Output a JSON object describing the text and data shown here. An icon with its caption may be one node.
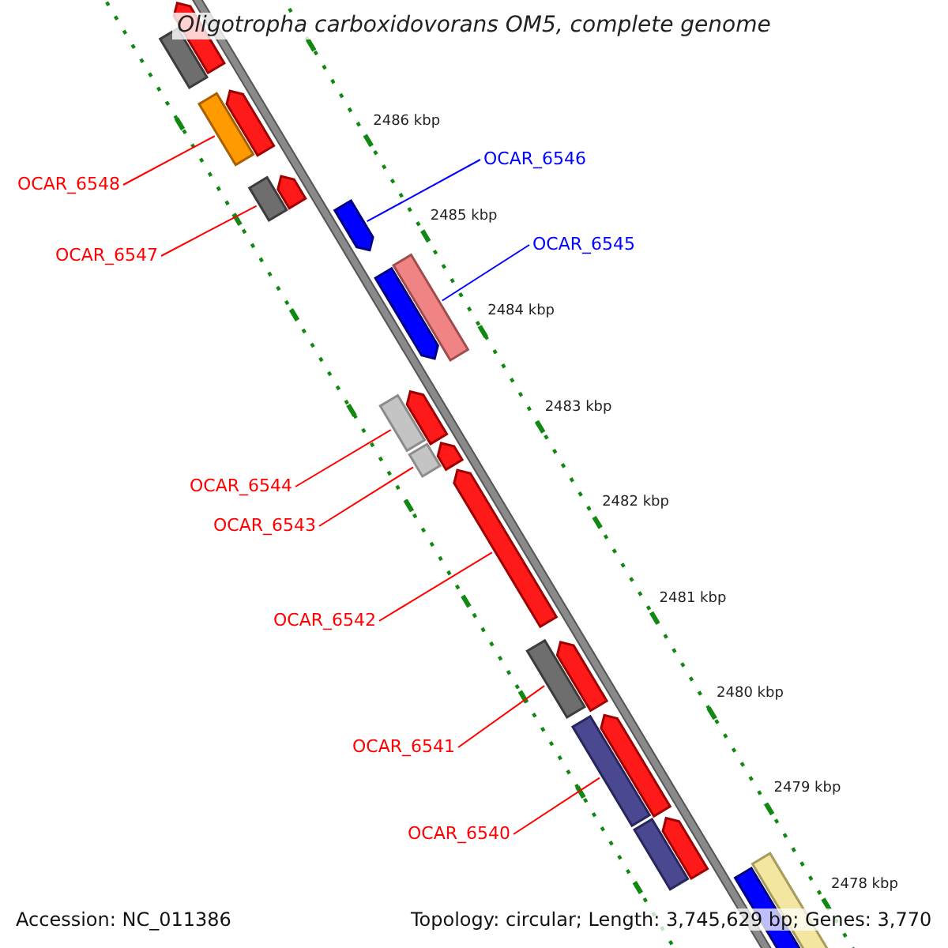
{
  "diagram": {
    "title": "Oligotropha carboxidovorans OM5, complete genome",
    "nodes": [
      {
        "text": [],
        "shape": "bar"
      },
      {
        "text": [],
        "shape": "arrow"
      },
      {
        "text": [],
        "shape": "bar"
      },
      {
        "text": [],
        "shape": "arrow"
      },
      {
        "text": [],
        "shape": "bar"
      },
      {
        "text": [],
        "shape": "arrow"
      },
      {
        "text": [],
        "shape": "arrow"
      },
      {
        "text": [],
        "shape": "arrow"
      },
      {
        "text": [],
        "shape": "bar"
      },
      {
        "text": [],
        "shape": "bar"
      },
      {
        "text": [],
        "shape": "arrow"
      },
      {
        "text": [],
        "shape": "bar"
      },
      {
        "text": [],
        "shape": "arrow"
      },
      {
        "text": [],
        "shape": "arrow"
      },
      {
        "text": [],
        "shape": "bar"
      },
      {
        "text": [],
        "shape": "arrow"
      },
      {
        "text": [],
        "shape": "bar"
      },
      {
        "text": [],
        "shape": "arrow"
      },
      {
        "text": [],
        "shape": "bar"
      },
      {
        "text": [],
        "shape": "arrow"
      },
      {
        "text": [],
        "shape": "arrow"
      },
      {
        "text": [],
        "shape": "bar"
      },
      {
        "text": [
          "OCAR_6548"
        ]
      },
      {
        "text": [
          "OCAR_6547"
        ]
      },
      {
        "text": [
          "OCAR_6546"
        ]
      },
      {
        "text": [
          "OCAR_6545"
        ]
      },
      {
        "text": [
          "OCAR_6544"
        ]
      },
      {
        "text": [
          "OCAR_6543"
        ]
      },
      {
        "text": [
          "OCAR_6542"
        ]
      },
      {
        "text": [
          "OCAR_6541"
        ]
      },
      {
        "text": [
          "OCAR_6540"
        ]
      }
    ],
    "edges": [
      {
        "from": 22,
        "to": 2,
        "arrow": "none"
      },
      {
        "from": 23,
        "to": 4,
        "arrow": "none"
      },
      {
        "from": 24,
        "to": 6,
        "arrow": "none",
        "color": "#0000ff"
      },
      {
        "from": 25,
        "to": 8,
        "arrow": "none",
        "color": "#0000ff"
      },
      {
        "from": 26,
        "to": 9,
        "arrow": "none"
      },
      {
        "from": 27,
        "to": 11,
        "arrow": "none"
      },
      {
        "from": 28,
        "to": 13,
        "arrow": "none"
      },
      {
        "from": 29,
        "to": 14,
        "arrow": "none"
      },
      {
        "from": 30,
        "to": 16,
        "arrow": "none"
      }
    ],
    "labels": [
      "2486 kbp",
      "2485 kbp",
      "2484 kbp",
      "2483 kbp",
      "2482 kbp",
      "2481 kbp",
      "2480 kbp",
      "2479 kbp",
      "2478 kbp",
      "Accession: NC_011386",
      "Topology: circular; Length: 3,745,629 bp; Genes: 3,770"
    ]
  }
}
